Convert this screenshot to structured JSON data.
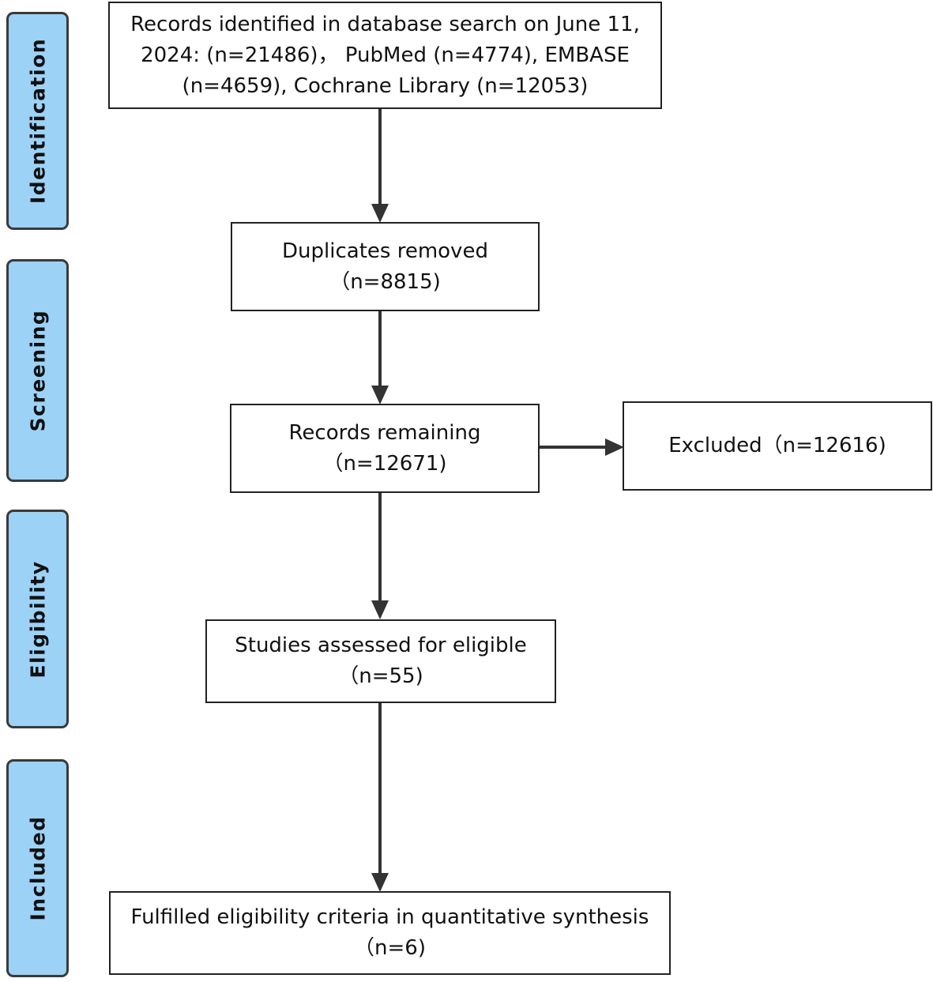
{
  "stages": [
    {
      "id": "identification",
      "label": "Identification"
    },
    {
      "id": "screening",
      "label": "Screening"
    },
    {
      "id": "eligibility",
      "label": "Eligibility"
    },
    {
      "id": "included",
      "label": "Included"
    }
  ],
  "boxes": {
    "identified": "Records identified in database search on June 11,\n2024: (n=21486)， PubMed (n=4774), EMBASE\n(n=4659), Cochrane Library (n=12053)",
    "duplicates": "Duplicates removed\n（n=8815)",
    "remaining": "Records remaining\n（n=12671)",
    "excluded": "Excluded（n=12616)",
    "assessed": "Studies assessed for eligible\n（n=55)",
    "fulfilled": "Fulfilled eligibility criteria in quantitative synthesis\n（n=6)"
  },
  "colors": {
    "stage_fill": "#9dd2f7",
    "stage_border": "#3a3a3a",
    "box_border": "#222222",
    "arrow": "#333333"
  }
}
